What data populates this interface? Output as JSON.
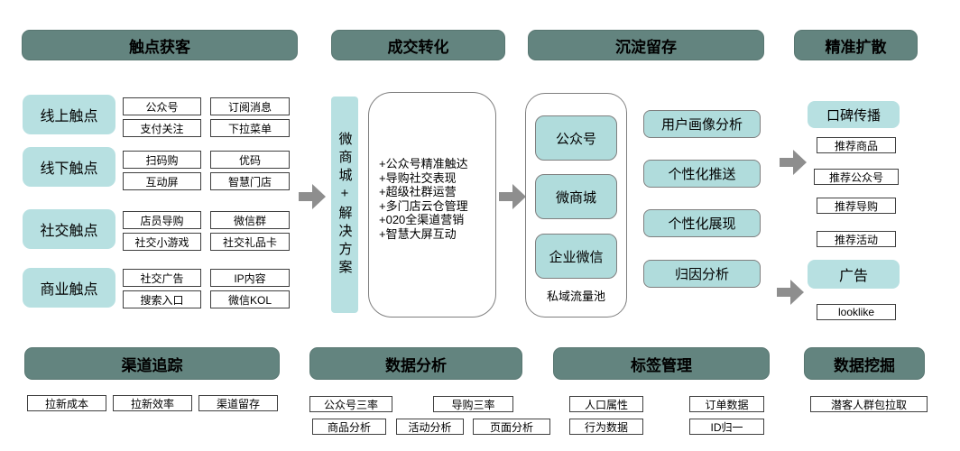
{
  "sections": {
    "acquisition": {
      "title": "触点获客",
      "groups": [
        {
          "label": "线上触点",
          "items": [
            "公众号",
            "订阅消息",
            "支付关注",
            "下拉菜单"
          ]
        },
        {
          "label": "线下触点",
          "items": [
            "扫码购",
            "优码",
            "互动屏",
            "智慧门店"
          ]
        },
        {
          "label": "社交触点",
          "items": [
            "店员导购",
            "微信群",
            "社交小游戏",
            "社交礼品卡"
          ]
        },
        {
          "label": "商业触点",
          "items": [
            "社交广告",
            "IP内容",
            "搜索入口",
            "微信KOL"
          ]
        }
      ]
    },
    "conversion": {
      "title": "成交转化",
      "vertical_label": "微商城+解决方案",
      "solutions": [
        "+公众号精准触达",
        "+导购社交表现",
        "+超级社群运营",
        "+多门店云仓管理",
        "+020全渠道营销",
        "+智慧大屏互动"
      ]
    },
    "retention": {
      "title": "沉淀留存",
      "pool": {
        "items": [
          "公众号",
          "微商城",
          "企业微信"
        ],
        "label": "私域流量池"
      },
      "capabilities": [
        "用户画像分析",
        "个性化推送",
        "个性化展现",
        "归因分析"
      ]
    },
    "diffusion": {
      "title": "精准扩散",
      "word_of_mouth": {
        "label": "口碑传播",
        "items": [
          "推荐商品",
          "推荐公众号",
          "推荐导购",
          "推荐活动"
        ]
      },
      "ads": {
        "label": "广告",
        "items": [
          "looklike"
        ]
      }
    },
    "channel_tracking": {
      "title": "渠道追踪",
      "items": [
        "拉新成本",
        "拉新效率",
        "渠道留存"
      ]
    },
    "data_analysis": {
      "title": "数据分析",
      "row1": [
        "公众号三率",
        "导购三率"
      ],
      "row2": [
        "商品分析",
        "活动分析",
        "页面分析"
      ]
    },
    "tag_management": {
      "title": "标签管理",
      "row1": [
        "人口属性",
        "订单数据"
      ],
      "row2": [
        "行为数据",
        "ID归一"
      ]
    },
    "data_mining": {
      "title": "数据挖掘",
      "items": [
        "潜客人群包拉取"
      ]
    }
  },
  "colors": {
    "header_teal": "#63847f",
    "light_teal": "#b7e0e1",
    "bordered_teal": "#b0dcdc",
    "arrow_gray": "#8e8e8e",
    "box_border": "#3f3f3f",
    "round_border": "#7f7f7f"
  }
}
